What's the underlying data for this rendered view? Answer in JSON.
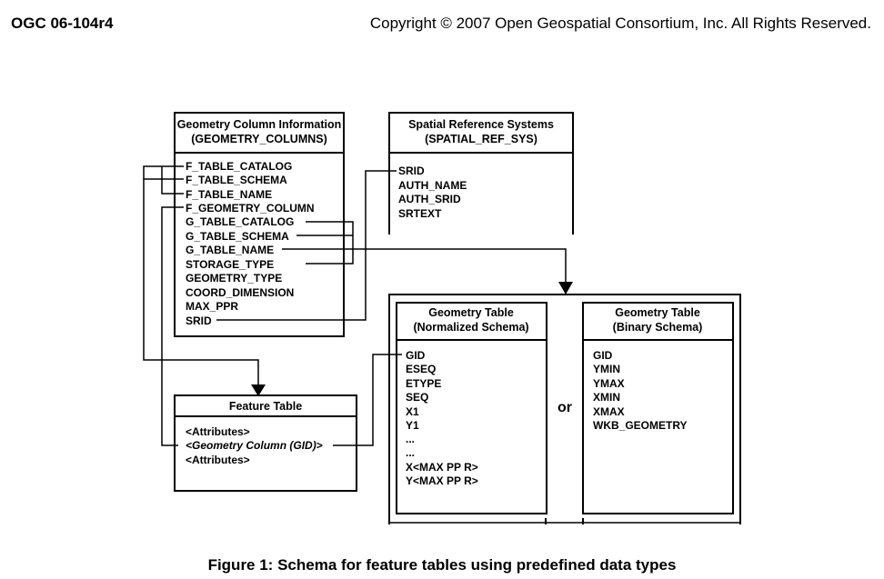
{
  "header": {
    "doc_id": "OGC 06-104r4",
    "copyright": "Copyright © 2007 Open Geospatial Consortium, Inc. All Rights Reserved."
  },
  "geometry_columns": {
    "title1": "Geometry Column Information",
    "title2": "(GEOMETRY_COLUMNS)",
    "fields": [
      "F_TABLE_CATALOG",
      "F_TABLE_SCHEMA",
      "F_TABLE_NAME",
      "F_GEOMETRY_COLUMN",
      "G_TABLE_CATALOG",
      "G_TABLE_SCHEMA",
      "G_TABLE_NAME",
      "STORAGE_TYPE",
      "GEOMETRY_TYPE",
      "COORD_DIMENSION",
      "MAX_PPR",
      "SRID"
    ]
  },
  "spatial_ref_sys": {
    "title1": "Spatial Reference Systems",
    "title2": "(SPATIAL_REF_SYS)",
    "fields": [
      "SRID",
      "AUTH_NAME",
      "AUTH_SRID",
      "SRTEXT"
    ]
  },
  "feature_table": {
    "title": "Feature Table",
    "fields": [
      "<Attributes>",
      "<Geometry Column (GID)>",
      "<Attributes>"
    ]
  },
  "geometry_normalized": {
    "title1": "Geometry Table",
    "title2": "(Normalized Schema)",
    "fields": [
      "GID",
      "ESEQ",
      "ETYPE",
      "SEQ",
      "X1",
      "Y1",
      "...",
      "...",
      "X<MAX PP R>",
      "Y<MAX PP R>"
    ]
  },
  "geometry_binary": {
    "title1": "Geometry Table",
    "title2": "(Binary Schema)",
    "fields": [
      "GID",
      "YMIN",
      "YMAX",
      "XMIN",
      "XMAX",
      "WKB_GEOMETRY"
    ]
  },
  "or_label": "or",
  "caption": "Figure 1: Schema for feature tables using predefined data types"
}
